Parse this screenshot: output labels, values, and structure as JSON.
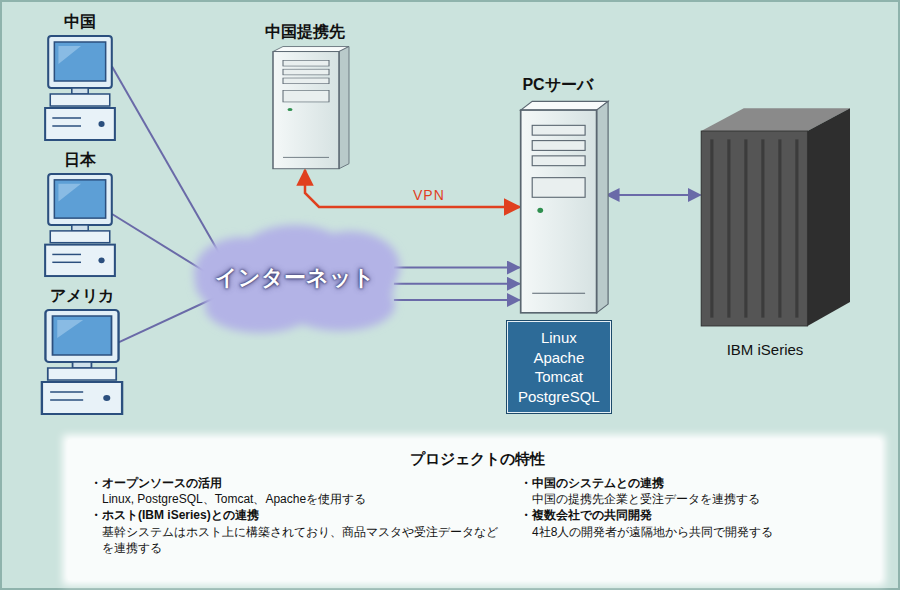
{
  "diagram": {
    "nodes": [
      {
        "text": [
          "中国"
        ]
      },
      {
        "text": [
          "日本"
        ]
      },
      {
        "text": [
          "アメリカ"
        ]
      },
      {
        "text": [
          "中国提携先"
        ]
      },
      {
        "text": [
          "インターネット"
        ]
      },
      {
        "text": [
          "PCサーバ"
        ]
      },
      {
        "text": [
          "Linux Apache Tomcat PostgreSQL"
        ]
      },
      {
        "text": [
          "IBM iSeries"
        ]
      },
      {
        "text": [
          "プロジェクトの特性",
          "・オープンソースの活用",
          "Linux, PostgreSQL、Tomcat、Apacheを使用する",
          "・ホスト(IBM iSeries)との連携",
          "基幹システムはホスト上に構築されており、商品マスタや受注データなどを連携する",
          "・中国のシステムとの連携",
          "中国の提携先企業と受注データを連携する",
          "・複数会社での共同開発",
          "4社8人の開発者が遠隔地から共同で開発する"
        ]
      }
    ],
    "edges": [
      {
        "from": 0,
        "to": 4,
        "arrow": "none"
      },
      {
        "from": 1,
        "to": 4,
        "arrow": "none"
      },
      {
        "from": 2,
        "to": 4,
        "arrow": "none"
      },
      {
        "from": 3,
        "to": 5,
        "label": "VPN",
        "arrow": "both"
      },
      {
        "from": 4,
        "to": 5,
        "arrow": "to"
      },
      {
        "from": 4,
        "to": 5,
        "arrow": "to"
      },
      {
        "from": 4,
        "to": 5,
        "arrow": "to"
      },
      {
        "from": 5,
        "to": 7,
        "arrow": "both"
      }
    ]
  }
}
